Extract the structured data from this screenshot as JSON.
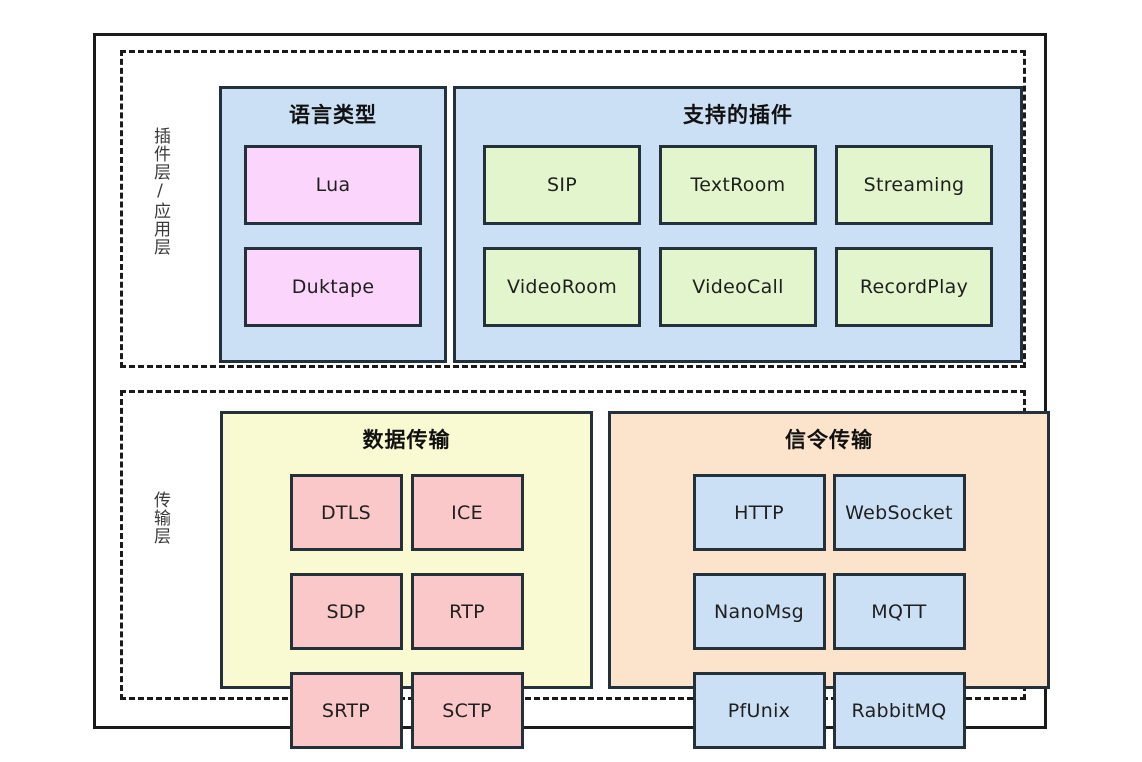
{
  "diagram": {
    "layers": [
      {
        "id": "plugin",
        "label": "插件层/应用层",
        "groups": [
          {
            "id": "language",
            "title": "语言类型",
            "items": [
              "Lua",
              "Duktape"
            ],
            "panel_color": "#cce0f5",
            "item_color": "#fcd5fc"
          },
          {
            "id": "plugins",
            "title": "支持的插件",
            "items": [
              "SIP",
              "TextRoom",
              "Streaming",
              "VideoRoom",
              "VideoCall",
              "RecordPlay"
            ],
            "panel_color": "#cce0f5",
            "item_color": "#e3f5cc"
          }
        ]
      },
      {
        "id": "transport",
        "label": "传输层",
        "groups": [
          {
            "id": "data",
            "title": "数据传输",
            "items": [
              "DTLS",
              "ICE",
              "SDP",
              "RTP",
              "SRTP",
              "SCTP"
            ],
            "panel_color": "#fafad2",
            "item_color": "#fac8c8"
          },
          {
            "id": "signal",
            "title": "信令传输",
            "items": [
              "HTTP",
              "WebSocket",
              "NanoMsg",
              "MQTT",
              "PfUnix",
              "RabbitMQ"
            ],
            "panel_color": "#fbe3cc",
            "item_color": "#cce0f5"
          }
        ]
      }
    ],
    "colors": {
      "border": "#24303a",
      "frame": "#1a1a1a",
      "background": "#ffffff"
    }
  }
}
